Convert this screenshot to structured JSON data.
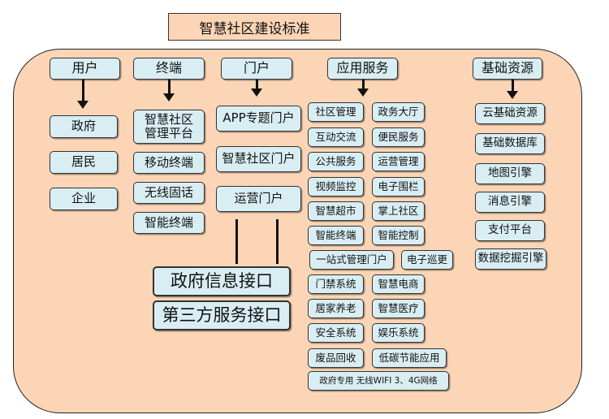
{
  "title": "智慧社区建设标准",
  "columns": {
    "user": {
      "header": "用户",
      "items": [
        "政府",
        "居民",
        "企业"
      ]
    },
    "terminal": {
      "header": "终端",
      "items": [
        "智慧社区管理平台",
        "移动终端",
        "无线固话",
        "智能终端"
      ]
    },
    "portal": {
      "header": "门户",
      "items": [
        "APP专题门户",
        "智慧社区门户",
        "运营门户"
      ]
    },
    "app_service": {
      "header": "应用服务",
      "items": [
        "社区管理",
        "政务大厅",
        "互动交流",
        "便民服务",
        "公共服务",
        "运营管理",
        "视频监控",
        "电子围栏",
        "智慧超市",
        "掌上社区",
        "智能终端",
        "智能控制",
        "一站式管理门户",
        "电子巡更",
        "门禁系统",
        "智慧电商",
        "居家养老",
        "智慧医疗",
        "安全系统",
        "娱乐系统",
        "废品回收",
        "低碳节能应用",
        "政府专用  无线WIFI  3、4G网络"
      ]
    },
    "infra": {
      "header": "基础资源",
      "items": [
        "云基础资源",
        "基础数据库",
        "地图引擎",
        "消息引擎",
        "支付平台",
        "数据挖掘引擎"
      ]
    }
  },
  "interfaces": [
    "政府信息接口",
    "第三方服务接口"
  ]
}
